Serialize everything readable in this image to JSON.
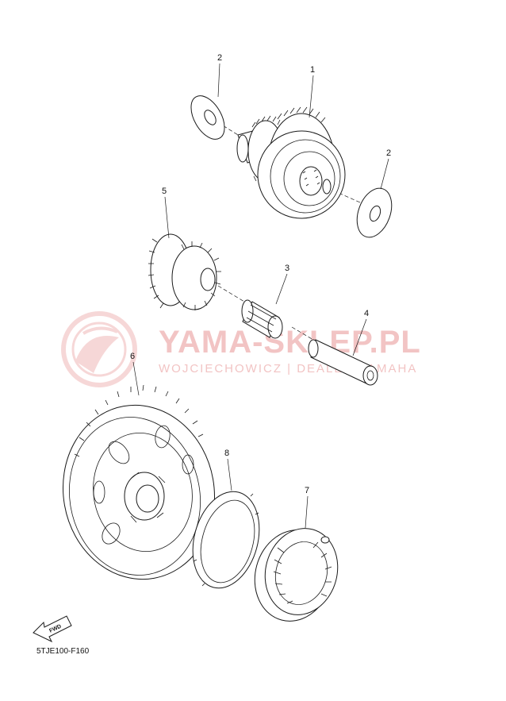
{
  "watermark": {
    "title": "YAMA-SKLEP.PL",
    "subtitle": "WOJCIECHOWICZ | DEALER YAMAHA"
  },
  "callouts": {
    "p1": "1",
    "p2a": "2",
    "p2b": "2",
    "p3": "3",
    "p4": "4",
    "p5": "5",
    "p6": "6",
    "p7": "7",
    "p8": "8"
  },
  "fwd_label": "FWD",
  "diagram_code": "5TJE100-F160",
  "colors": {
    "line": "#1a1a1a",
    "watermark": "#f2c4c4"
  }
}
